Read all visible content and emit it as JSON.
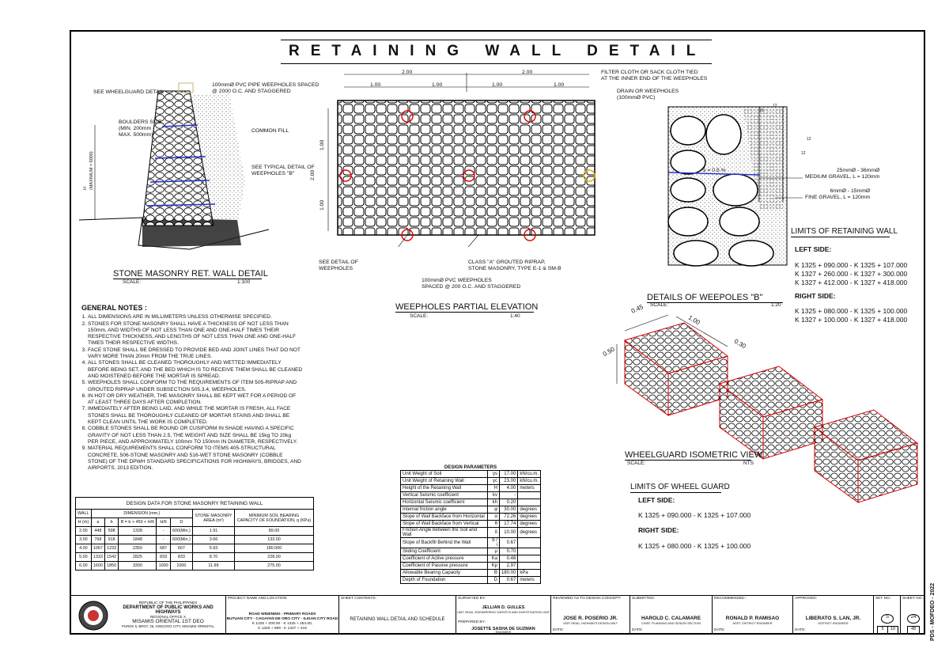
{
  "title": "RETAINING WALL DETAIL",
  "stone_masonry": {
    "title": "STONE MASONRY RET. WALL DETAIL",
    "scale_label": "SCALE:",
    "scale": "1:100",
    "labels": {
      "wheelguard": "SEE WHEELGUARD DETAIL",
      "pvc": "100mmØ PVC PIPE WEEPHOLES SPACED\n@ 2000 O.C. AND STAGGERED",
      "boulders": "BOULDERS SIZE\n(MIN. 200mm -\nMAX. 500mm)",
      "fill": "COMMON FILL",
      "typical": "SEE TYPICAL DETAIL OF\nWEEPHOLES \"B\"",
      "h": "H\n(MAXIMUM = 6000)"
    }
  },
  "weepholes": {
    "title": "WEEPHOLES PARTIAL ELEVATION",
    "scale_label": "SCALE:",
    "scale": "1:40",
    "dims_top": [
      "2.00",
      "2.00"
    ],
    "dims_sub": [
      "1.00",
      "1.00",
      "1.00",
      "1.00"
    ],
    "dims_left": [
      "1.00",
      "2.00",
      "1.00"
    ],
    "label_see": "SEE DETAIL OF\nWEEPHOLES",
    "label_class": "CLASS \"A\" GROUTED RIPRAP,\nSTONE MASONRY, TYPE E-1 & SM-B",
    "label_pvc": "100mmØ PVC WEEPHOLES\nSPACED @ 200 O.C. AND STAGGERED"
  },
  "details_b": {
    "title": "DETAILS OF WEEPOLES \"B\"",
    "scale_label": "SCALE:",
    "scale": "1:20",
    "filter": "FILTER CLOTH OR SACK CLOTH TIED\nAT THE INNER END OF THE WEEPHOLES",
    "drain": "DRAIN OR WEEPHOLES\n(100mmØ PVC)",
    "slope": "S = 0.5 %",
    "medium": "25mmØ - 36mmØ\nMEDIUM GRAVEL, L = 120mm",
    "fine": "6mmØ - 15mmØ\nFINE GRAVEL, L = 120mm",
    "dim_small": [
      "12",
      "12",
      "12",
      "12"
    ]
  },
  "limits_wall": {
    "title": "LIMITS OF RETAINING WALL",
    "left_label": "LEFT SIDE:",
    "left": [
      "K 1325 + 090.000 - K 1325 + 107.000",
      "K 1327 + 260.000 - K 1327 + 300.000",
      "K 1327 + 412.000 - K 1327 + 418.000"
    ],
    "right_label": "RIGHT SIDE:",
    "right": [
      "K 1325 + 080.000 - K 1325 + 100.000",
      "K 1327 + 100.000 - K 1327 + 418.000"
    ]
  },
  "wheelguard": {
    "title": "WHEELGUARD ISOMETRIC VIEW",
    "scale_label": "SCALE:",
    "scale": "NTS",
    "dims": [
      "0.45",
      "1.00",
      "0.30",
      "0.50"
    ]
  },
  "limits_wheel": {
    "title": "LIMITS OF WHEEL GUARD",
    "left_label": "LEFT SIDE:",
    "left": [
      "K 1325 + 090.000 - K 1325 + 107.000"
    ],
    "right_label": "RIGHT SIDE:",
    "right": [
      "K 1325 + 080.000 - K 1325 + 100.000"
    ]
  },
  "notes": {
    "title": "GENERAL NOTES :",
    "items": [
      "ALL DIMENSIONS ARE IN MILLIMETERS UNLESS OTHERWISE SPECIFIED.",
      "STONES FOR STONE MASONRY SHALL HAVE A THICKNESS OF NOT LESS THAN 150mm, AND WIDTHS OF NOT LESS THAN ONE AND ONE-HALF TIMES THEIR RESPECTIVE THICKNESS, AND LENGTHS OF NOT LESS THAN ONE AND ONE-HALF TIMES THEIR RESPECTIVE WIDTHS.",
      "FACE STONE SHALL BE DRESSED TO PROVIDE BED AND JOINT LINES THAT DO NOT VARY MORE THAN 20mm FROM THE TRUE LINES.",
      "ALL STONES SHALL BE CLEANED THOROUGHLY AND WETTED IMMEDIATELY BEFORE BEING SET, AND THE BED WHICH IS TO RECEIVE THEM SHALL BE CLEANED AND MOISTENED BEFORE THE MORTAR IS SPREAD.",
      "WEEPHOLES SHALL CONFORM TO THE REQUIREMENTS OF ITEM 505-RIPRAP AND GROUTED RIPRAP UNDER SUBSECTION 505.3.4, WEEPHOLES.",
      "IN HOT OR DRY WEATHER, THE MASONRY SHALL BE KEPT WET FOR A PERIOD OF AT LEAST THREE DAYS AFTER COMPLETION.",
      "IMMEDIATELY AFTER BEING LAID, AND WHILE THE MORTAR IS FRESH, ALL FACE STONES SHALL BE THOROUGHLY CLEANED OF MORTAR STAINS AND SHALL BE KEPT CLEAN UNTIL THE WORK IS COMPLETED.",
      "COBBLE STONES SHALL BE ROUND OR CUSIFORM IN SHADE HAVING A SPECIFIC GRAVITY OF NOT LESS THAN 2.5, THE WEIGHT AND SIZE SHALL BE 15kg TO 20kg PER PIECE, AND APPROXIMATELY 100mm TO 150mm IN DIAMETER, RESPECTIVELY.",
      "MATERIAL REQUIREMENTS SHALL CONFORM TO ITEMS 405-STRUCTURAL CONCRETE, 506-STONE MASONRY AND 516-WET STONE MASONRY (COBBLE STONE) OF THE DPWH STANDARD SPECIFICATIONS FOR HIGHWAYS, BRIDGES, AND AIRPORTS, 2013 EDITION."
    ]
  },
  "design_data": {
    "title": "DESIGN DATA FOR STONE MASONRY RETAINING WALL",
    "h_wall": "WALL",
    "h_dim": "DIMENSION (mm.)",
    "h_area": "STONE MASONRY\nAREA (m²)",
    "h_bearing": "MINIMUM SOIL BEARING\nCAPACITY OF FOUNDATION, q (KPa)",
    "cols": [
      "H (m)",
      "a",
      "b",
      "B = b + 450 + H/6",
      "H/6",
      "D"
    ],
    "rows": [
      [
        "2.00",
        "448",
        "598",
        "1328",
        "-",
        "600(Min.)",
        "1.91",
        "89.00"
      ],
      [
        "3.00",
        "768",
        "918",
        "1848",
        "-",
        "600(Min.)",
        "3.66",
        "133.00"
      ],
      [
        "4.00",
        "1067",
        "1233",
        "2350",
        "687",
        "667",
        "5.93",
        "180.000"
      ],
      [
        "5.00",
        "1333",
        "1542",
        "2825",
        "833",
        "833",
        "8.70",
        "228.00"
      ],
      [
        "6.00",
        "1600",
        "1850",
        "3300",
        "1000",
        "1000",
        "11.99",
        "275.00"
      ]
    ]
  },
  "design_params": {
    "title": "DESIGN PARAMETERS",
    "rows": [
      [
        "Unit Weight of Soil",
        "γs",
        "17.00",
        "kN/cu.m."
      ],
      [
        "Unit Weight of Retaining Wall",
        "γc",
        "23.00",
        "kN/cu.m."
      ],
      [
        "Height of the Retaining Wall",
        "H",
        "4.00",
        "meters"
      ],
      [
        "Vertical Seismic coefficient",
        "kv",
        "-",
        ""
      ],
      [
        "Horizontal Seismic coefficient",
        "kh",
        "0.20",
        ""
      ],
      [
        "Internal friction angle",
        "φ",
        "30.00",
        "degrees"
      ],
      [
        "Slope of Wall Backface from Horizontal",
        "α",
        "72.26",
        "degrees"
      ],
      [
        "Slope of Wall Backface from Vertical",
        "θ",
        "17.74",
        "degrees"
      ],
      [
        "Friction Angle between the Soil and Wall",
        "δ",
        "10.00",
        "degrees"
      ],
      [
        "Slope of Backfill Behind the Wall",
        "b / i",
        "0.67",
        ""
      ],
      [
        "Sliding Coefficient",
        "μ",
        "0.70",
        ""
      ],
      [
        "Coefficient of Active pressure",
        "Ka",
        "0.48",
        ""
      ],
      [
        "Coefficient of Passive pressure",
        "Kp",
        "2.97",
        ""
      ],
      [
        "Allowable Bearing Capacity",
        "B",
        "180.00",
        "kPa"
      ],
      [
        "Depth of Foundation",
        "D",
        "0.67",
        "meters"
      ]
    ]
  },
  "title_block": {
    "agency1": "REPUBLIC OF THE PHILIPPINES",
    "agency2": "DEPARTMENT OF PUBLIC WORKS AND HIGHWAYS",
    "agency3": "REGIONAL OFFICE X",
    "agency4": "MISAMIS ORIENTAL 1ST DEO",
    "agency5": "PUROK 5, BRGY. 26, GINGOOG CITY, MISAMIS ORIENTAL",
    "project_h": "PROJECT NAME AND LOCATION:",
    "project1": "ROAD WIDENING - PRIMARY ROADS",
    "project2": "BUTUAN CITY - CAGAYAN DE ORO CITY - ILIGAN CITY ROAD",
    "project3": "K 1325 + 000.00 - K 1325 + 264.00,",
    "project4": "K 1326 + 899 - K 1327 + 418",
    "contents_h": "SHEET CONTENTS:",
    "contents": "RETAINING WALL DETAIL AND SCHEDULE",
    "surveyed_h": "SURVEYED BY:",
    "surveyed": "JELLIAN D. GULLES",
    "surveyed_r": "UNIT HEAD, ENGINEERING SURVEYS AND INVESTIGATION UNIT",
    "prepared_h": "PREPARED BY:",
    "prepared": "JOSETTE SASHA DE GUZMAN",
    "prepared_r": "ENGINEER",
    "reviewed_h": "REVIEWED AS TO DESIGN CONCEPT:",
    "reviewed": "JOSE R. POSERIO JR.",
    "reviewed_r": "UNIT HEAD, HIGHWAYS DESIGN UNIT",
    "submitted_h": "SUBMITTED:",
    "submitted": "HAROLD C. CALAMARE",
    "submitted_r": "CHIEF, PLANNING AND DESIGN SECTION",
    "recommended_h": "RECOMMENDED :",
    "recommended": "RONALD P. RAMISAO",
    "recommended_r": "ASST. DISTRICT ENGINEER",
    "approved_h": "APPROVED:",
    "approved": "LIBERATO S. LAN, JR.",
    "approved_r": "DISTRICT ENGINEER",
    "date": "DATE:",
    "set_h": "SET NO.:",
    "sheet_h": "SHEET NO.:",
    "set_a": "S",
    "set_b": "5",
    "set_c": "10",
    "sheet_a": "24",
    "sheet_b": "48",
    "code": "PDS - MOFDEO - 2022"
  }
}
